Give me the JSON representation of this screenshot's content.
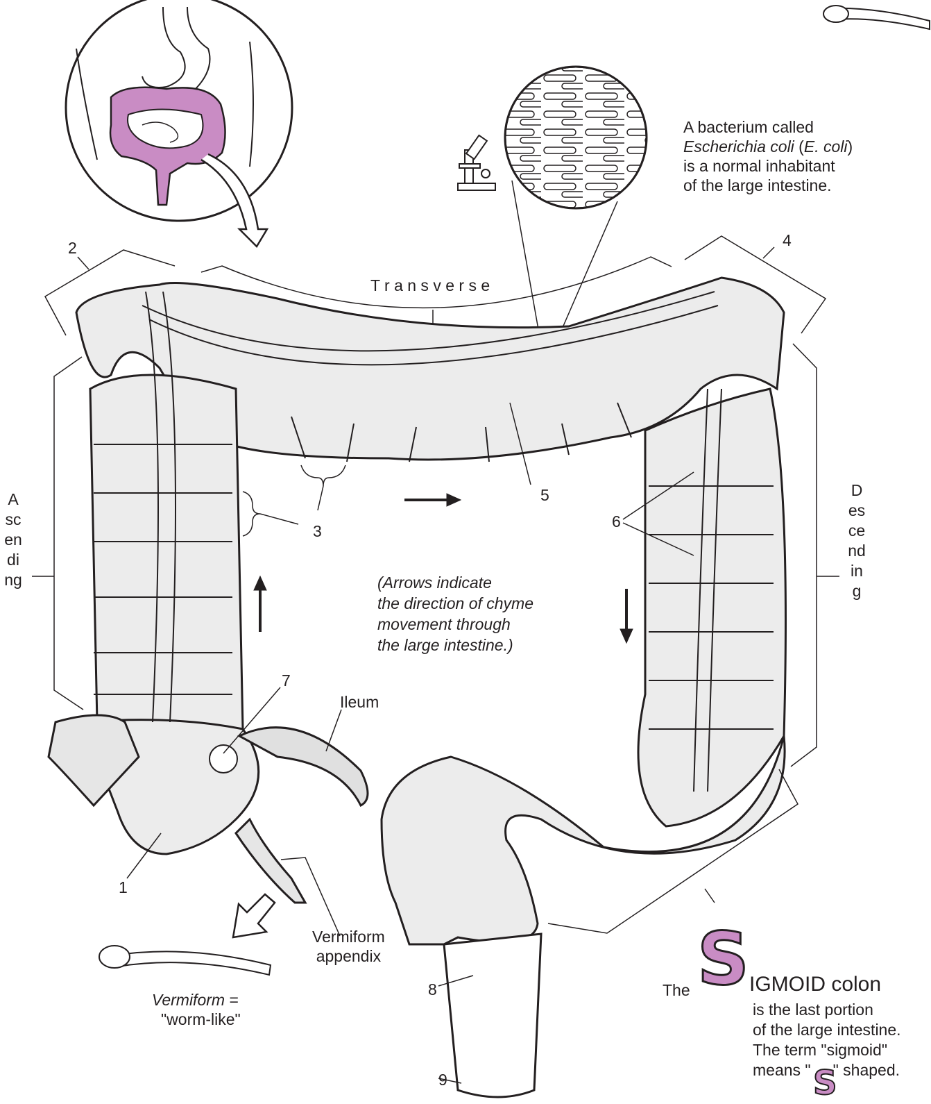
{
  "labels": {
    "transverse": "T r a n s v e r s e",
    "ascending": "Ascending",
    "descending": "Descending",
    "ileum": "Ileum",
    "appendix_line1": "Vermiform",
    "appendix_line2": "appendix",
    "vermiform_word": "Vermiform",
    "vermiform_eq": " =",
    "vermiform_meaning": "\"worm-like\""
  },
  "numbers": [
    "1",
    "2",
    "3",
    "4",
    "5",
    "6",
    "7",
    "8",
    "9"
  ],
  "bacteria_note": {
    "line1": "A bacterium called",
    "line2_italic": "Escherichia coli",
    "line2_a": " (",
    "line2_italic2": "E. coli",
    "line2_b": ")",
    "line3": "is a normal inhabitant",
    "line4": "of the large intestine."
  },
  "arrows_note": {
    "line1": "(Arrows indicate",
    "line2": "the direction of chyme",
    "line3": "movement through",
    "line4": "the large intestine.)"
  },
  "sigmoid_note": {
    "the": "The",
    "big_letter": "S",
    "title_rest": "IGMOID colon",
    "line2": "is the last portion",
    "line3": "of the large intestine.",
    "line4": "The term \"sigmoid\"",
    "line5_a": "means \"",
    "line5_letter": "S",
    "line5_b": "\" shaped."
  },
  "colors": {
    "outline": "#231f20",
    "highlight": "#c98cc4",
    "shade": "#c8c8c8"
  }
}
